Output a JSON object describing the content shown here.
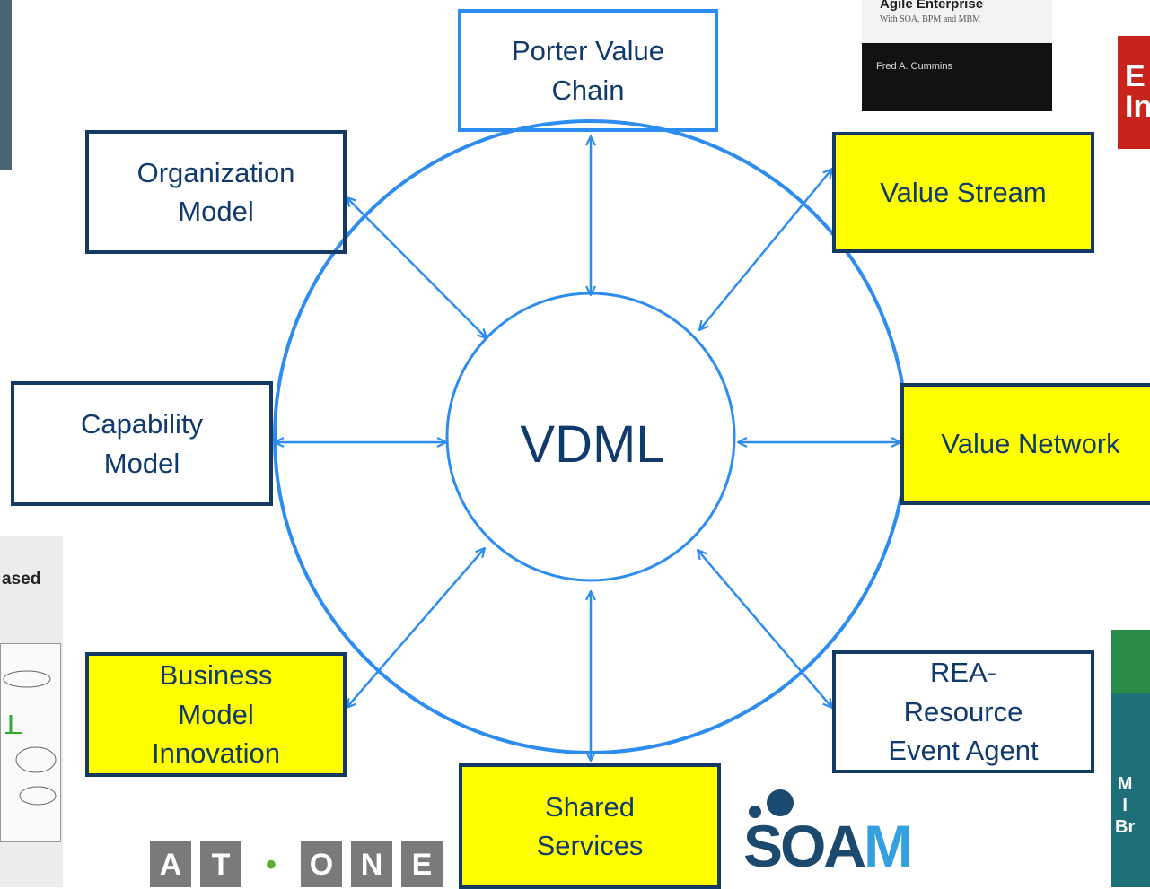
{
  "center": {
    "label": "VDML"
  },
  "nodes": {
    "porter": "Porter Value\nChain",
    "organization": "Organization\nModel",
    "value_stream": "Value Stream",
    "capability": "Capability\nModel",
    "value_network": "Value Network",
    "business_model": "Business\nModel\nInnovation",
    "shared_services": "Shared\nServices",
    "rea": "REA-\nResource\nEvent Agent"
  },
  "thumbnails": {
    "book_title": "Agile Enterprise",
    "book_subtitle": "With SOA, BPM and MBM",
    "book_author": "Fred A. Cummins",
    "red_book_letters": "E\nIn",
    "sketch_caption": "ased",
    "atone_letters": [
      "A",
      "T",
      "•",
      "O",
      "N",
      "E"
    ],
    "soaml_prefix": "SOA",
    "soaml_suffix": "ML",
    "green_book_letters": "M\nI\nBr"
  },
  "colors": {
    "connector": "#2d8cf0",
    "highlight": "#ffff00",
    "text": "#0f3a6b",
    "dark_border": "#143a63"
  }
}
